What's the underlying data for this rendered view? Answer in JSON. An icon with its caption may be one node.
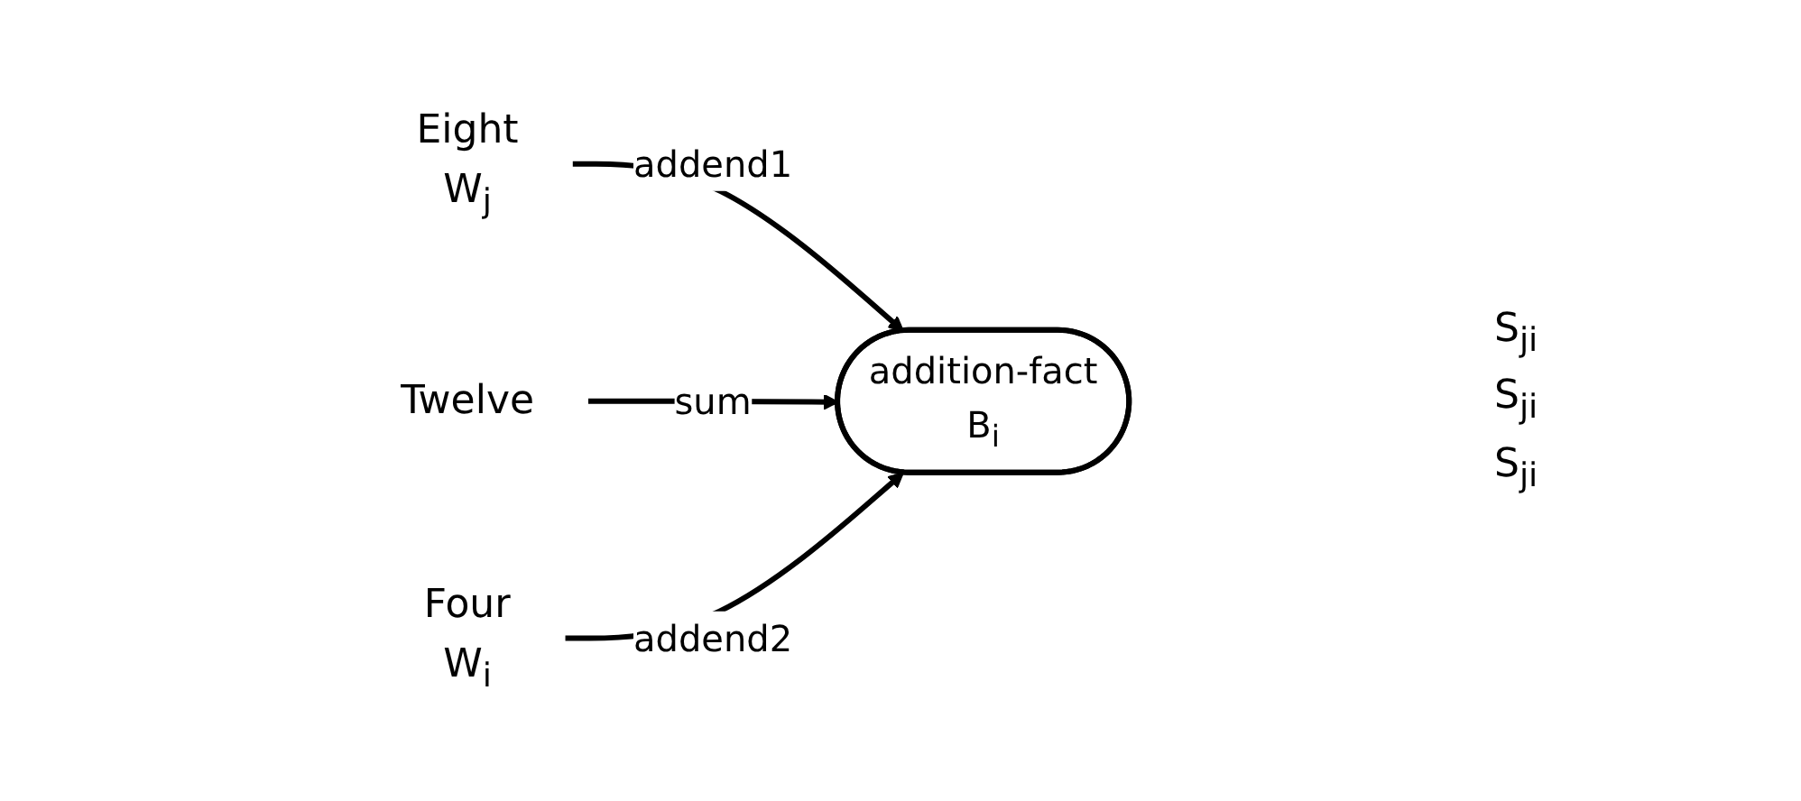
{
  "diagram": {
    "nodes": [
      {
        "text": [
          "Eight",
          "W$_{j}$"
        ]
      },
      {
        "text": [
          "addition-fact",
          "B$_{i}$"
        ]
      },
      {
        "text": [
          "Twelve"
        ]
      },
      {
        "text": [
          "Four",
          "W$_{i}$"
        ]
      }
    ],
    "edges": [
      {
        "from": 0,
        "to": 1,
        "arrow": "to",
        "label": "addend1"
      },
      {
        "from": 2,
        "to": 1,
        "arrow": "to",
        "label": "sum"
      },
      {
        "from": 3,
        "to": 1,
        "arrow": "to",
        "label": "addend2"
      }
    ],
    "labels": [
      "S$_{ji}$",
      "S$_{ji}$",
      "S$_{ji}$"
    ]
  }
}
